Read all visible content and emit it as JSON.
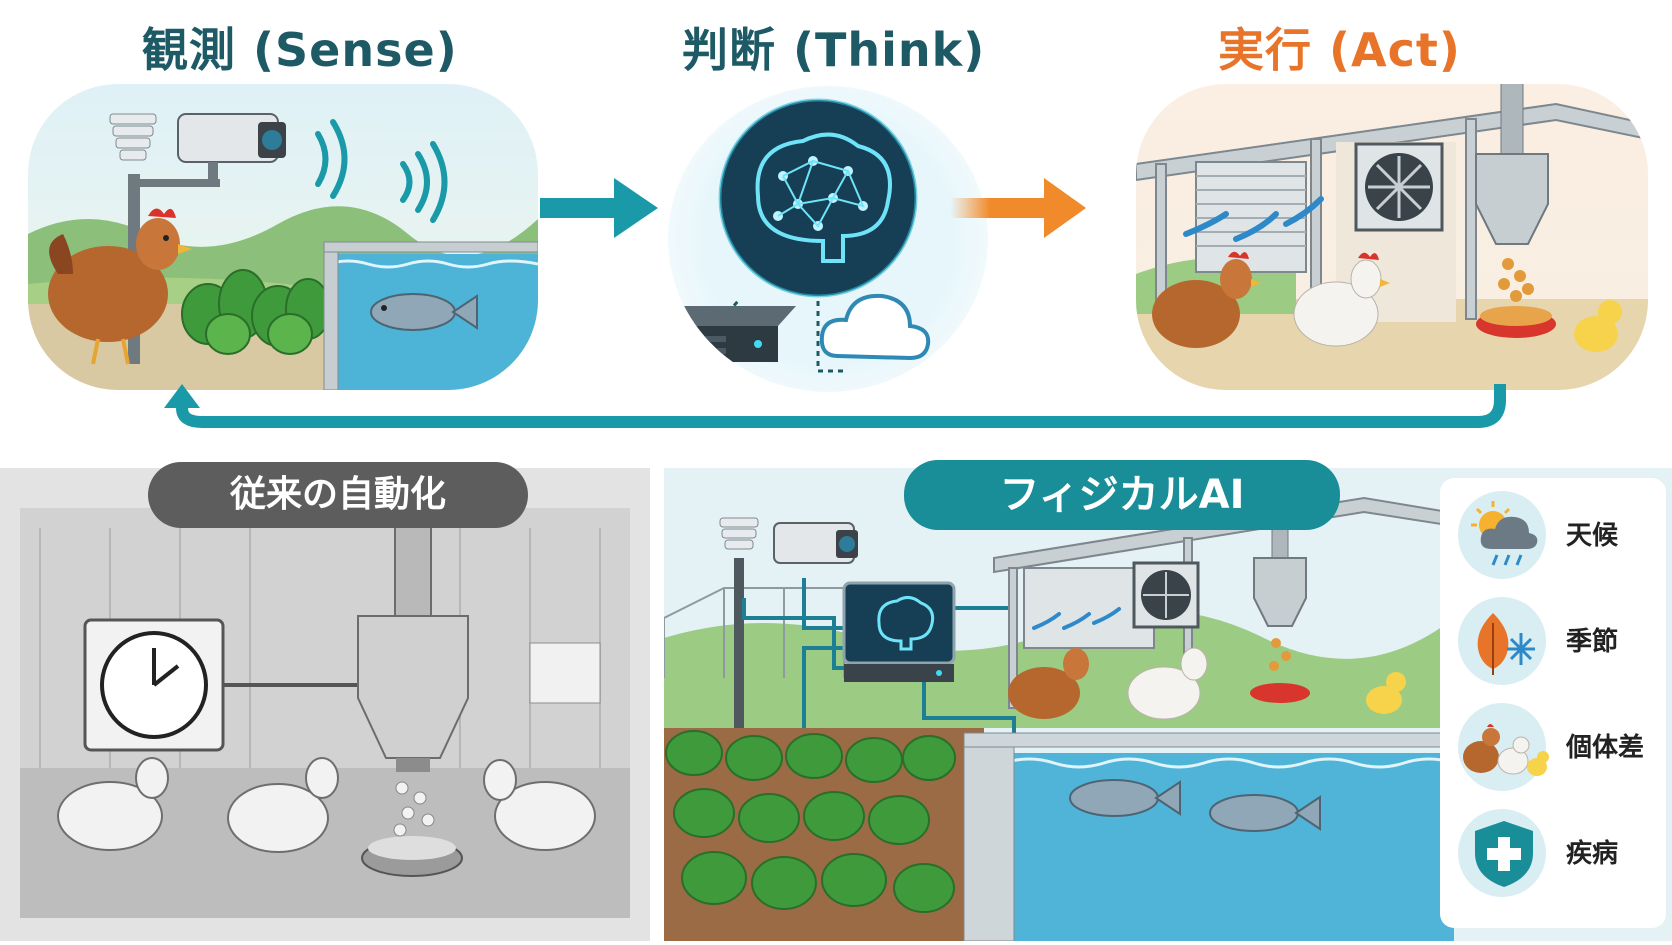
{
  "loop": {
    "sense_title": "観測 (Sense)",
    "think_title": "判断 (Think)",
    "act_title": "実行 (Act)",
    "colors": {
      "teal": "#1a9aa8",
      "orange": "#f08a2a",
      "dark_teal": "#1e5a66"
    }
  },
  "traditional": {
    "title": "従来の自動化"
  },
  "physical_ai": {
    "title": "フィジカルAI"
  },
  "factors": [
    {
      "label": "天候",
      "icon": "weather-icon"
    },
    {
      "label": "季節",
      "icon": "season-icon"
    },
    {
      "label": "個体差",
      "icon": "chickens-icon"
    },
    {
      "label": "疾病",
      "icon": "shield-cross-icon"
    }
  ]
}
